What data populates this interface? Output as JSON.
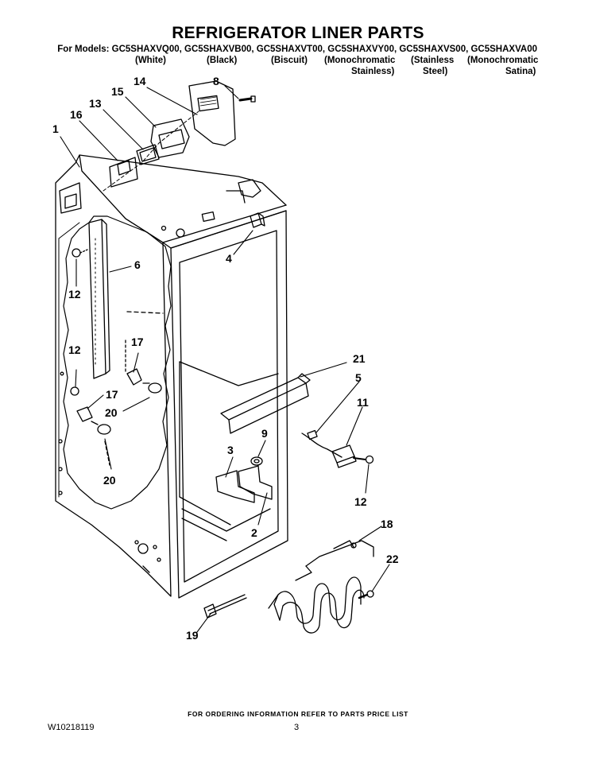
{
  "title": "REFRIGERATOR LINER PARTS",
  "models_line": "For Models: GC5SHAXVQ00, GC5SHAXVB00, GC5SHAXVT00, GC5SHAXVY00, GC5SHAXVS00, GC5SHAXVA00",
  "variants": {
    "white": "(White)",
    "black": "(Black)",
    "biscuit": "(Biscuit)",
    "mono_l1": "(Monochromatic",
    "mono_l2": "Stainless)",
    "steel_l1": "(Stainless",
    "steel_l2": "Steel)",
    "satina_l1": "(Monochromatic",
    "satina_l2": "Satina)"
  },
  "callouts": {
    "c1": "1",
    "c2": "2",
    "c3": "3",
    "c4": "4",
    "c5": "5",
    "c6": "6",
    "c8": "8",
    "c9": "9",
    "c11": "11",
    "c12a": "12",
    "c12b": "12",
    "c12c": "12",
    "c13": "13",
    "c14": "14",
    "c15": "15",
    "c16": "16",
    "c17a": "17",
    "c17b": "17",
    "c18": "18",
    "c19": "19",
    "c20a": "20",
    "c20b": "20",
    "c21": "21",
    "c22": "22"
  },
  "footer": "FOR ORDERING INFORMATION REFER TO PARTS PRICE LIST",
  "doc_number": "W10218119",
  "page_number": "3"
}
